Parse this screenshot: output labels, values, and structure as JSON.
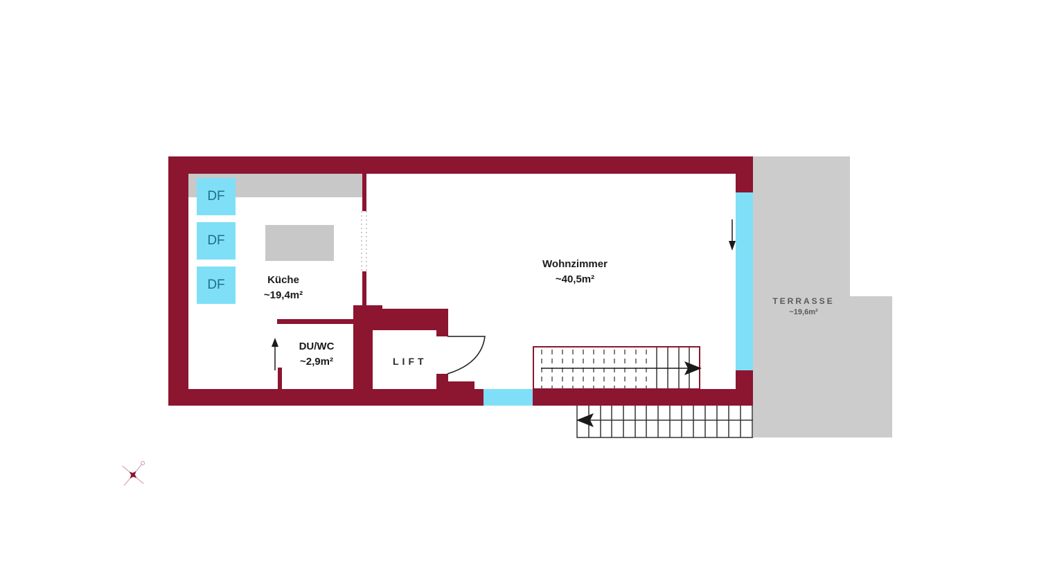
{
  "floorplan": {
    "colors": {
      "wall": "#8c1530",
      "window": "#7fdff7",
      "terrace": "#cccccc",
      "fixture": "#c8c8c8",
      "line": "#1a1a1a"
    },
    "rooms": [
      {
        "id": "kueche",
        "name": "Küche",
        "area": "~19,4m²"
      },
      {
        "id": "wohnzimmer",
        "name": "Wohnzimmer",
        "area": "~40,5m²"
      },
      {
        "id": "du-wc",
        "name": "DU/WC",
        "area": "~2,9m²"
      },
      {
        "id": "terrasse",
        "name": "TERRASSE",
        "area": "~19,6m²"
      }
    ],
    "lift_label": "LIFT",
    "skylights": [
      {
        "label": "DF"
      },
      {
        "label": "DF"
      },
      {
        "label": "DF"
      }
    ],
    "compass": {
      "icon": "compass-rose-icon"
    }
  }
}
